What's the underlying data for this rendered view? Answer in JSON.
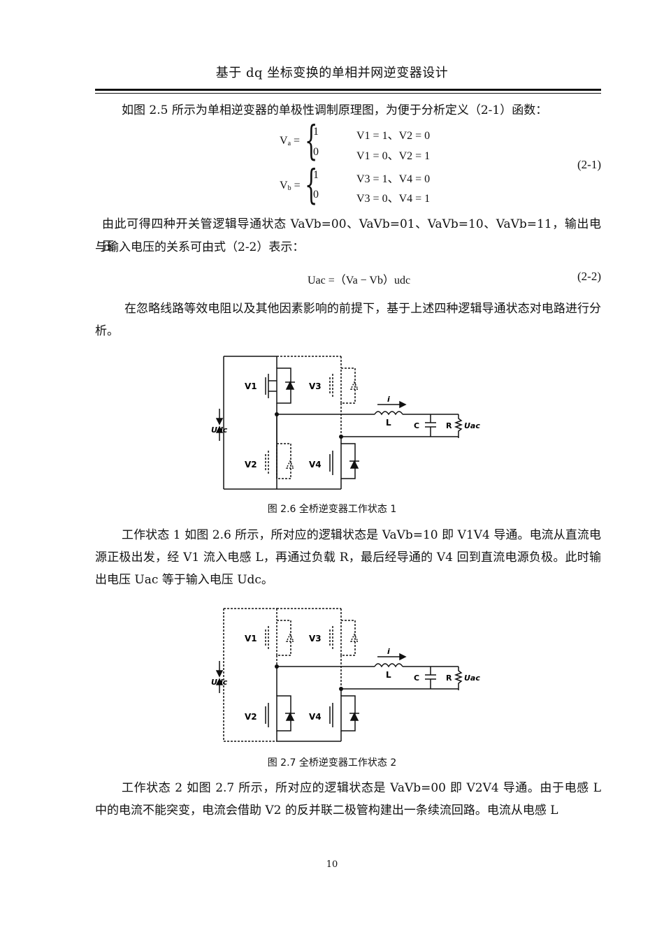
{
  "header": {
    "title": "基于 dq 坐标变换的单相并网逆变器设计"
  },
  "intro": "如图 2.5 所示为单相逆变器的单极性调制原理图，为便于分析定义（2-1）函数：",
  "eq1": {
    "va_lhs": "V",
    "va_sub": "a",
    "vb_lhs": "V",
    "vb_sub": "b",
    "row1": {
      "val": "1",
      "cond": "V1 = 1、V2 = 0"
    },
    "row2": {
      "val": "0",
      "cond": "V1 = 0、V2 = 1"
    },
    "row3": {
      "val": "1",
      "cond": "V3 = 1、V4 = 0"
    },
    "row4": {
      "val": "0",
      "cond": "V3 = 0、V4 = 1"
    },
    "number": "(2-1)"
  },
  "para2_line1": "由此可得四种开关管逻辑导通状态 VaVb=00、VaVb=01、VaVb=10、VaVb=11，输出电压",
  "para2_line2": "与输入电压的关系可由式（2-2）表示：",
  "eq2": {
    "text": "Uac =（Va − Vb）udc",
    "number": "(2-2)"
  },
  "para3": "在忽略线路等效电阻以及其他因素影响的前提下，基于上述四种逻辑导通状态对电路进行分析。",
  "fig1": {
    "caption": "图 2.6  全桥逆变器工作状态 1",
    "labels": {
      "v1": "V1",
      "v2": "V2",
      "v3": "V3",
      "v4": "V4",
      "i": "i",
      "L": "L",
      "C": "C",
      "R": "R",
      "uac": "Uac",
      "udc": "Udc"
    }
  },
  "para4": "工作状态 1 如图 2.6 所示，所对应的逻辑状态是 VaVb=10 即 V1V4 导通。电流从直流电源正极出发，经 V1 流入电感 L，再通过负载 R，最后经导通的 V4 回到直流电源负极。此时输出电压 Uac 等于输入电压 Udc。",
  "fig2": {
    "caption": "图 2.7  全桥逆变器工作状态 2",
    "labels": {
      "v1": "V1",
      "v2": "V2",
      "v3": "V3",
      "v4": "V4",
      "i": "i",
      "L": "L",
      "C": "C",
      "R": "R",
      "uac": "Uac",
      "udc": "Udc"
    }
  },
  "para5": "工作状态 2 如图 2.7 所示，所对应的逻辑状态是 VaVb=00 即 V2V4 导通。由于电感 L 中的电流不能突变，电流会借助 V2 的反并联二极管构建出一条续流回路。电流从电感 L",
  "page_number": "10"
}
